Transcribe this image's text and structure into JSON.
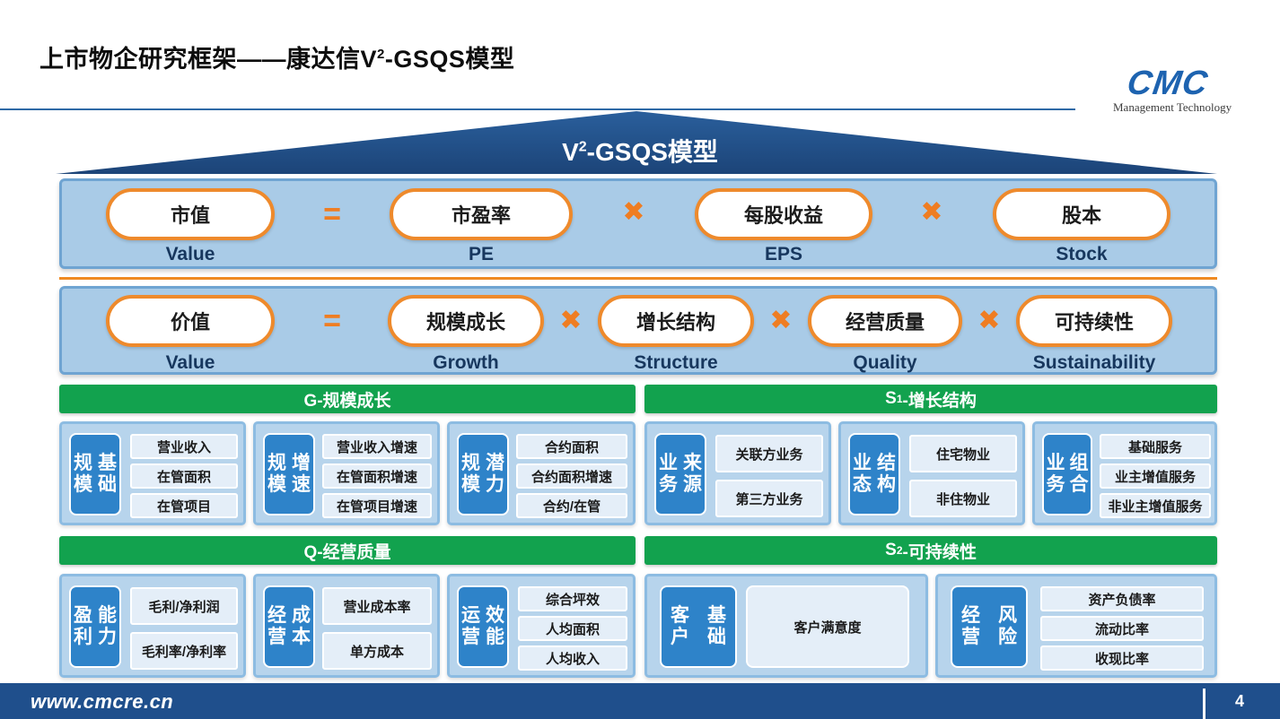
{
  "header": {
    "title_main": "上市物企研究框架——康达信V",
    "title_sup": "2",
    "title_tail": "-GSQS模型"
  },
  "logo": {
    "mark": "CMC",
    "subtitle": "Management Technology"
  },
  "roof": {
    "title_main": "V",
    "title_sup": "2",
    "title_tail": "-GSQS模型"
  },
  "row1": {
    "items": [
      {
        "zh": "市值",
        "en": "Value"
      },
      {
        "zh": "市盈率",
        "en": "PE"
      },
      {
        "zh": "每股收益",
        "en": "EPS"
      },
      {
        "zh": "股本",
        "en": "Stock"
      }
    ],
    "equals": "=",
    "times": "✖"
  },
  "row2": {
    "items": [
      {
        "zh": "价值",
        "en": "Value"
      },
      {
        "zh": "规模成长",
        "en": "Growth"
      },
      {
        "zh": "增长结构",
        "en": "Structure"
      },
      {
        "zh": "经营质量",
        "en": "Quality"
      },
      {
        "zh": "可持续性",
        "en": "Sustainability"
      }
    ],
    "equals": "=",
    "times": "✖"
  },
  "sections": {
    "g": "G-规模成长",
    "s1_pre": "S",
    "s1_sub": "1",
    "s1_post": "-增长结构",
    "q": "Q-经营质量",
    "s2_pre": "S",
    "s2_sub": "2",
    "s2_post": "-可持续性"
  },
  "g_cards": [
    {
      "tag": "规模基础",
      "items": [
        "营业收入",
        "在管面积",
        "在管项目"
      ]
    },
    {
      "tag": "规模增速",
      "items": [
        "营业收入增速",
        "在管面积增速",
        "在管项目增速"
      ]
    },
    {
      "tag": "规模潜力",
      "items": [
        "合约面积",
        "合约面积增速",
        "合约/在管"
      ]
    }
  ],
  "s1_cards": [
    {
      "tag": "业务来源",
      "items": [
        "关联方业务",
        "第三方业务"
      ]
    },
    {
      "tag": "业态结构",
      "items": [
        "住宅物业",
        "非住物业"
      ]
    },
    {
      "tag": "业务组合",
      "items": [
        "基础服务",
        "业主增值服务",
        "非业主增值服务"
      ]
    }
  ],
  "q_cards": [
    {
      "tag": "盈利能力",
      "items": [
        "毛利/净利润",
        "毛利率/净利率"
      ]
    },
    {
      "tag": "经营成本",
      "items": [
        "营业成本率",
        "单方成本"
      ]
    },
    {
      "tag": "运营效能",
      "items": [
        "综合坪效",
        "人均面积",
        "人均收入"
      ]
    }
  ],
  "s2_cards": [
    {
      "tag": "客户基础",
      "items": [
        "客户满意度"
      ]
    },
    {
      "tag": "经营风险",
      "items": [
        "资产负债率",
        "流动比率",
        "收现比率"
      ]
    }
  ],
  "footer": {
    "url": "www.cmcre.cn",
    "page": "4"
  },
  "colors": {
    "primary_blue": "#1f4f8c",
    "accent_orange": "#ee8a2c",
    "section_green": "#12a24e",
    "tag_blue": "#2e83c9"
  }
}
